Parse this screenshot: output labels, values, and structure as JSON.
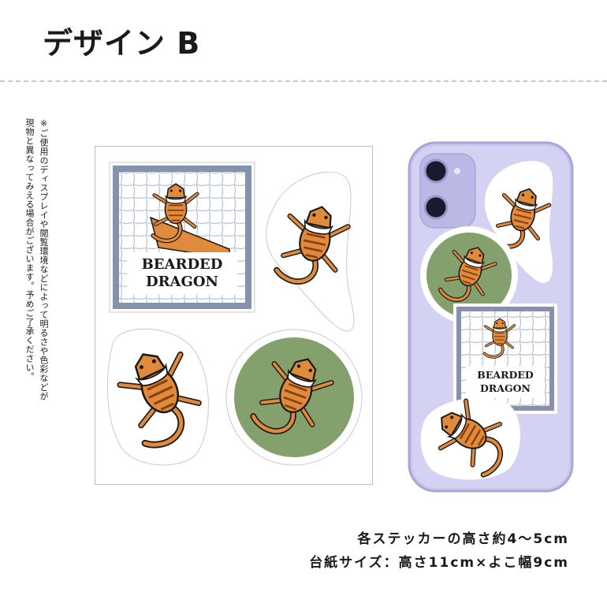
{
  "heading": "デザイン B",
  "note": {
    "line1": "※ご使用のディスプレイや閲覧環境などによって明るさや色彩などが",
    "line2": "現物と異なってみえる場合がございます。予めご了承ください。"
  },
  "sticker_text": {
    "line1": "BEARDED",
    "line2": "DRAGON"
  },
  "caption": {
    "line1": "各ステッカーの高さ約4～5cm",
    "line2": "台紙サイズ：高さ11cm×よこ幅9cm"
  },
  "colors": {
    "lizard_orange": "#e08a3c",
    "lizard_stripe": "#8a3e12",
    "circle_green": "#84a06c",
    "frame_slate": "#8592ad",
    "grid_blue": "#b3bdd6",
    "phone_lavender": "#c9c6ee"
  }
}
